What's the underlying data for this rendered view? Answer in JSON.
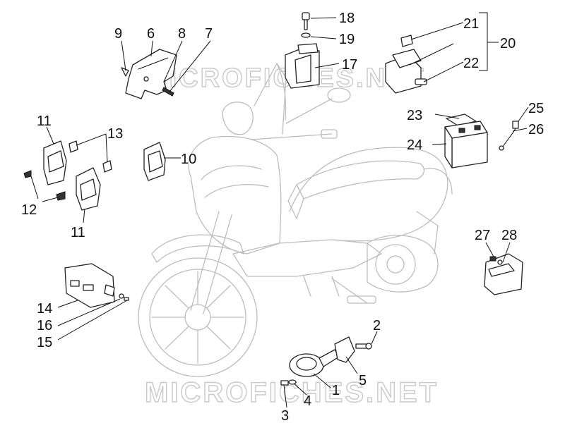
{
  "watermark": "MICROFICHES.NET",
  "callouts": {
    "c1": "1",
    "c2": "2",
    "c3": "3",
    "c4": "4",
    "c5": "5",
    "c6": "6",
    "c7": "7",
    "c8": "8",
    "c9": "9",
    "c10": "10",
    "c11a": "11",
    "c11b": "11",
    "c12": "12",
    "c13": "13",
    "c14": "14",
    "c15": "15",
    "c16": "16",
    "c17": "17",
    "c18": "18",
    "c19": "19",
    "c20": "20",
    "c21": "21",
    "c22": "22",
    "c23": "23",
    "c24": "24",
    "c25": "25",
    "c26": "26",
    "c27": "27",
    "c28": "28"
  }
}
